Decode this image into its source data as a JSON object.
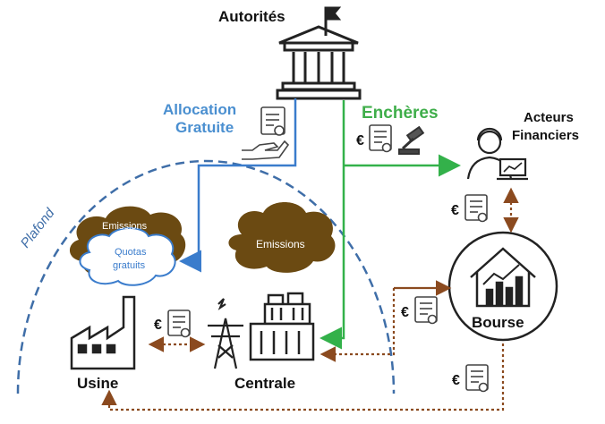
{
  "labels": {
    "autorites": "Autorités",
    "allocation_line1": "Allocation",
    "allocation_line2": "Gratuite",
    "encheres": "Enchères",
    "acteurs_line1": "Acteurs",
    "acteurs_line2": "Financiers",
    "plafond": "Plafond",
    "emissions_left": "Emissions",
    "quotas_line1": "Quotas",
    "quotas_line2": "gratuits",
    "emissions_right": "Emissions",
    "bourse": "Bourse",
    "usine": "Usine",
    "centrale": "Centrale",
    "euro": "€"
  },
  "colors": {
    "blue_flow": "#3a7ccc",
    "green_flow": "#33b14a",
    "brown_flow": "#8b4a1f",
    "plafond_dash": "#3f6ea8",
    "cloud_fill": "#6b4a12",
    "quotas_cloud": "#ffffff"
  },
  "icons": [
    "parliament-icon",
    "flag-icon",
    "certificate-icon",
    "hand-icon",
    "gavel-icon",
    "trader-icon",
    "laptop-chart-icon",
    "house-chart-icon",
    "factory-icon",
    "power-plant-icon",
    "pylon-icon"
  ]
}
